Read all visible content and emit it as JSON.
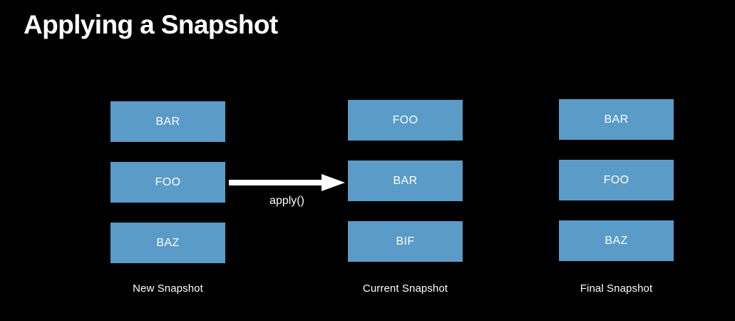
{
  "slide": {
    "title": "Applying a Snapshot",
    "background_color": "#000000",
    "text_color": "#ffffff",
    "box_color": "#5a9bc7"
  },
  "columns": [
    {
      "id": "new-snapshot",
      "caption": "New Snapshot",
      "items": [
        "BAR",
        "FOO",
        "BAZ"
      ]
    },
    {
      "id": "current-snapshot",
      "caption": "Current Snapshot",
      "items": [
        "FOO",
        "BAR",
        "BIF"
      ]
    },
    {
      "id": "final-snapshot",
      "caption": "Final Snapshot",
      "items": [
        "BAR",
        "FOO",
        "BAZ"
      ]
    }
  ],
  "arrow": {
    "label": "apply()",
    "direction": "right",
    "color": "#ffffff",
    "from": "new-snapshot",
    "to": "current-snapshot"
  }
}
